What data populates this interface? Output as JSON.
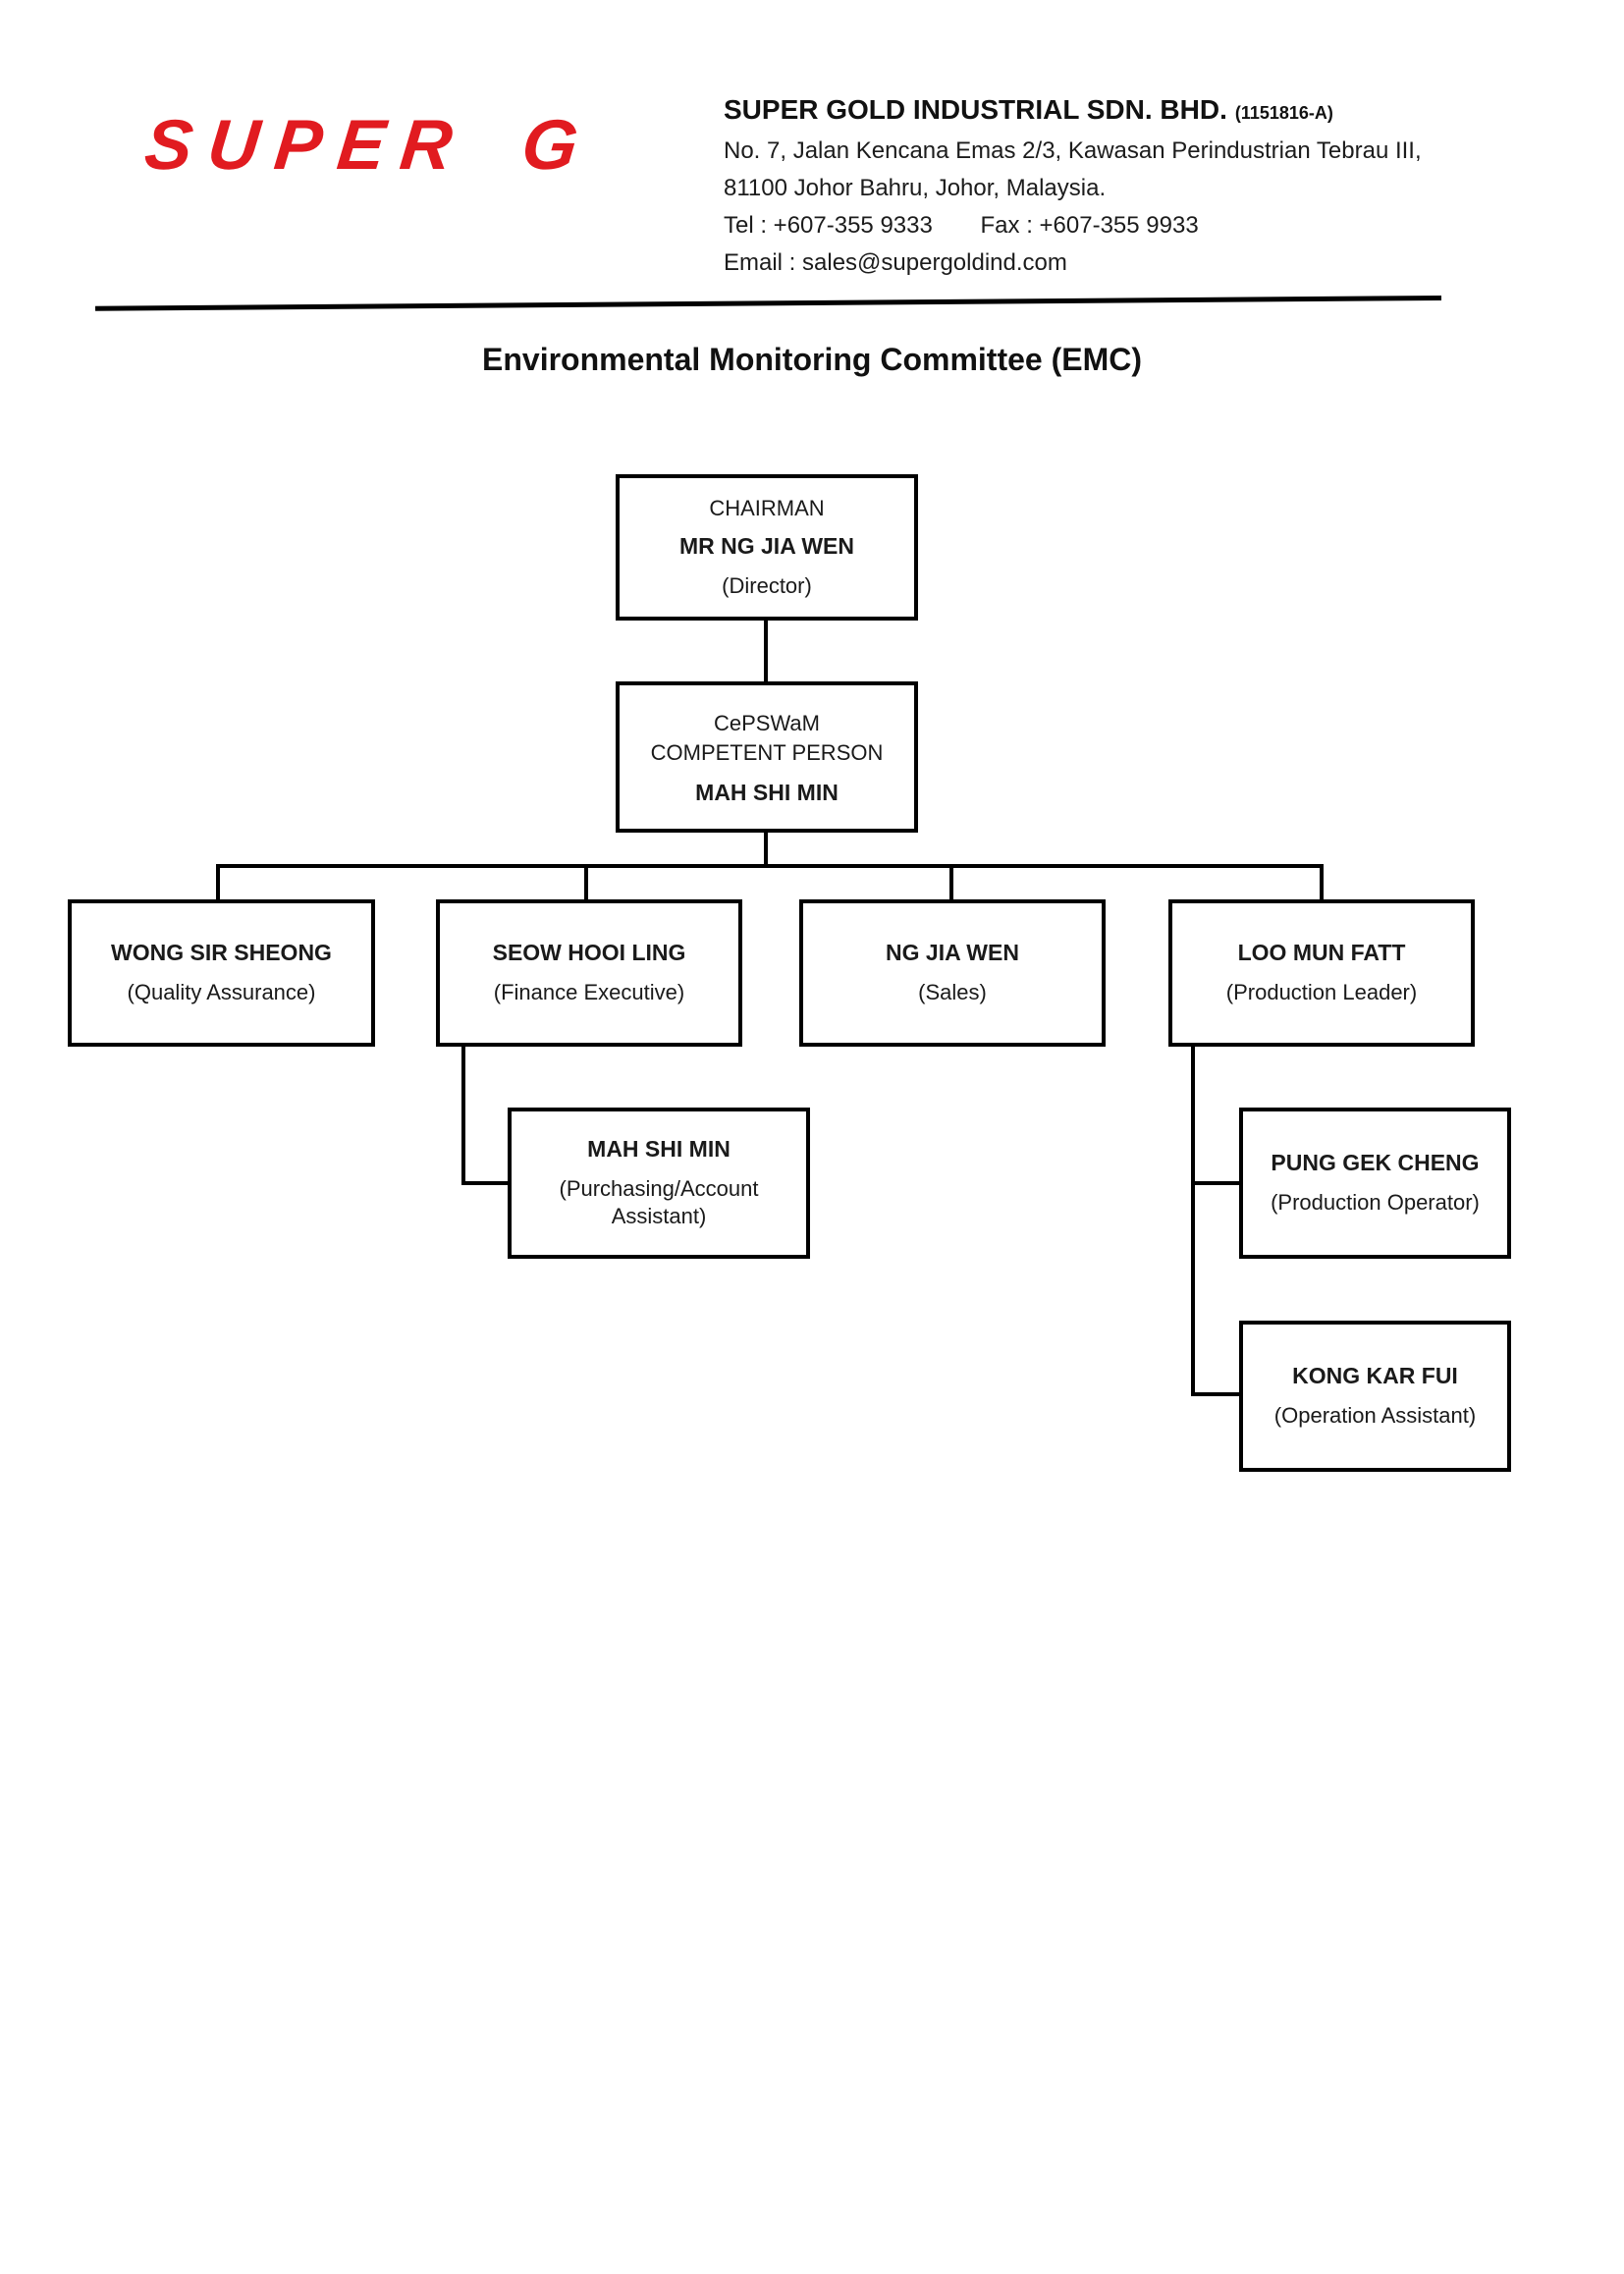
{
  "letterhead": {
    "logo": {
      "word": "SUPER",
      "letter": "G"
    },
    "company_name": "SUPER GOLD INDUSTRIAL SDN. BHD.",
    "company_reg": "(1151816-A)",
    "address_line1": "No. 7, Jalan Kencana Emas 2/3, Kawasan Perindustrian Tebrau III,",
    "address_line2": "81100 Johor Bahru, Johor, Malaysia.",
    "tel": "Tel : +607-355 9333",
    "fax": "Fax : +607-355 9933",
    "email": "Email : sales@supergoldind.com"
  },
  "title": "Environmental Monitoring Committee (EMC)",
  "org": {
    "chairman": {
      "title": "CHAIRMAN",
      "name": "MR NG JIA WEN",
      "role": "(Director)"
    },
    "competent": {
      "title": "CePSWaM COMPETENT PERSON",
      "name": "MAH SHI MIN"
    },
    "qa": {
      "name": "WONG SIR SHEONG",
      "role": "(Quality Assurance)"
    },
    "finance": {
      "name": "SEOW HOOI LING",
      "role": "(Finance Executive)"
    },
    "sales": {
      "name": "NG JIA WEN",
      "role": "(Sales)"
    },
    "production": {
      "name": "LOO MUN FATT",
      "role": "(Production Leader)"
    },
    "purchasing": {
      "name": "MAH SHI MIN",
      "role": "(Purchasing/Account Assistant)"
    },
    "prod_operator": {
      "name": "PUNG GEK CHENG",
      "role": "(Production Operator)"
    },
    "op_assistant": {
      "name": "KONG KAR FUI",
      "role": "(Operation Assistant)"
    }
  },
  "colors": {
    "logo_red": "#e11b20",
    "line_black": "#000000"
  }
}
